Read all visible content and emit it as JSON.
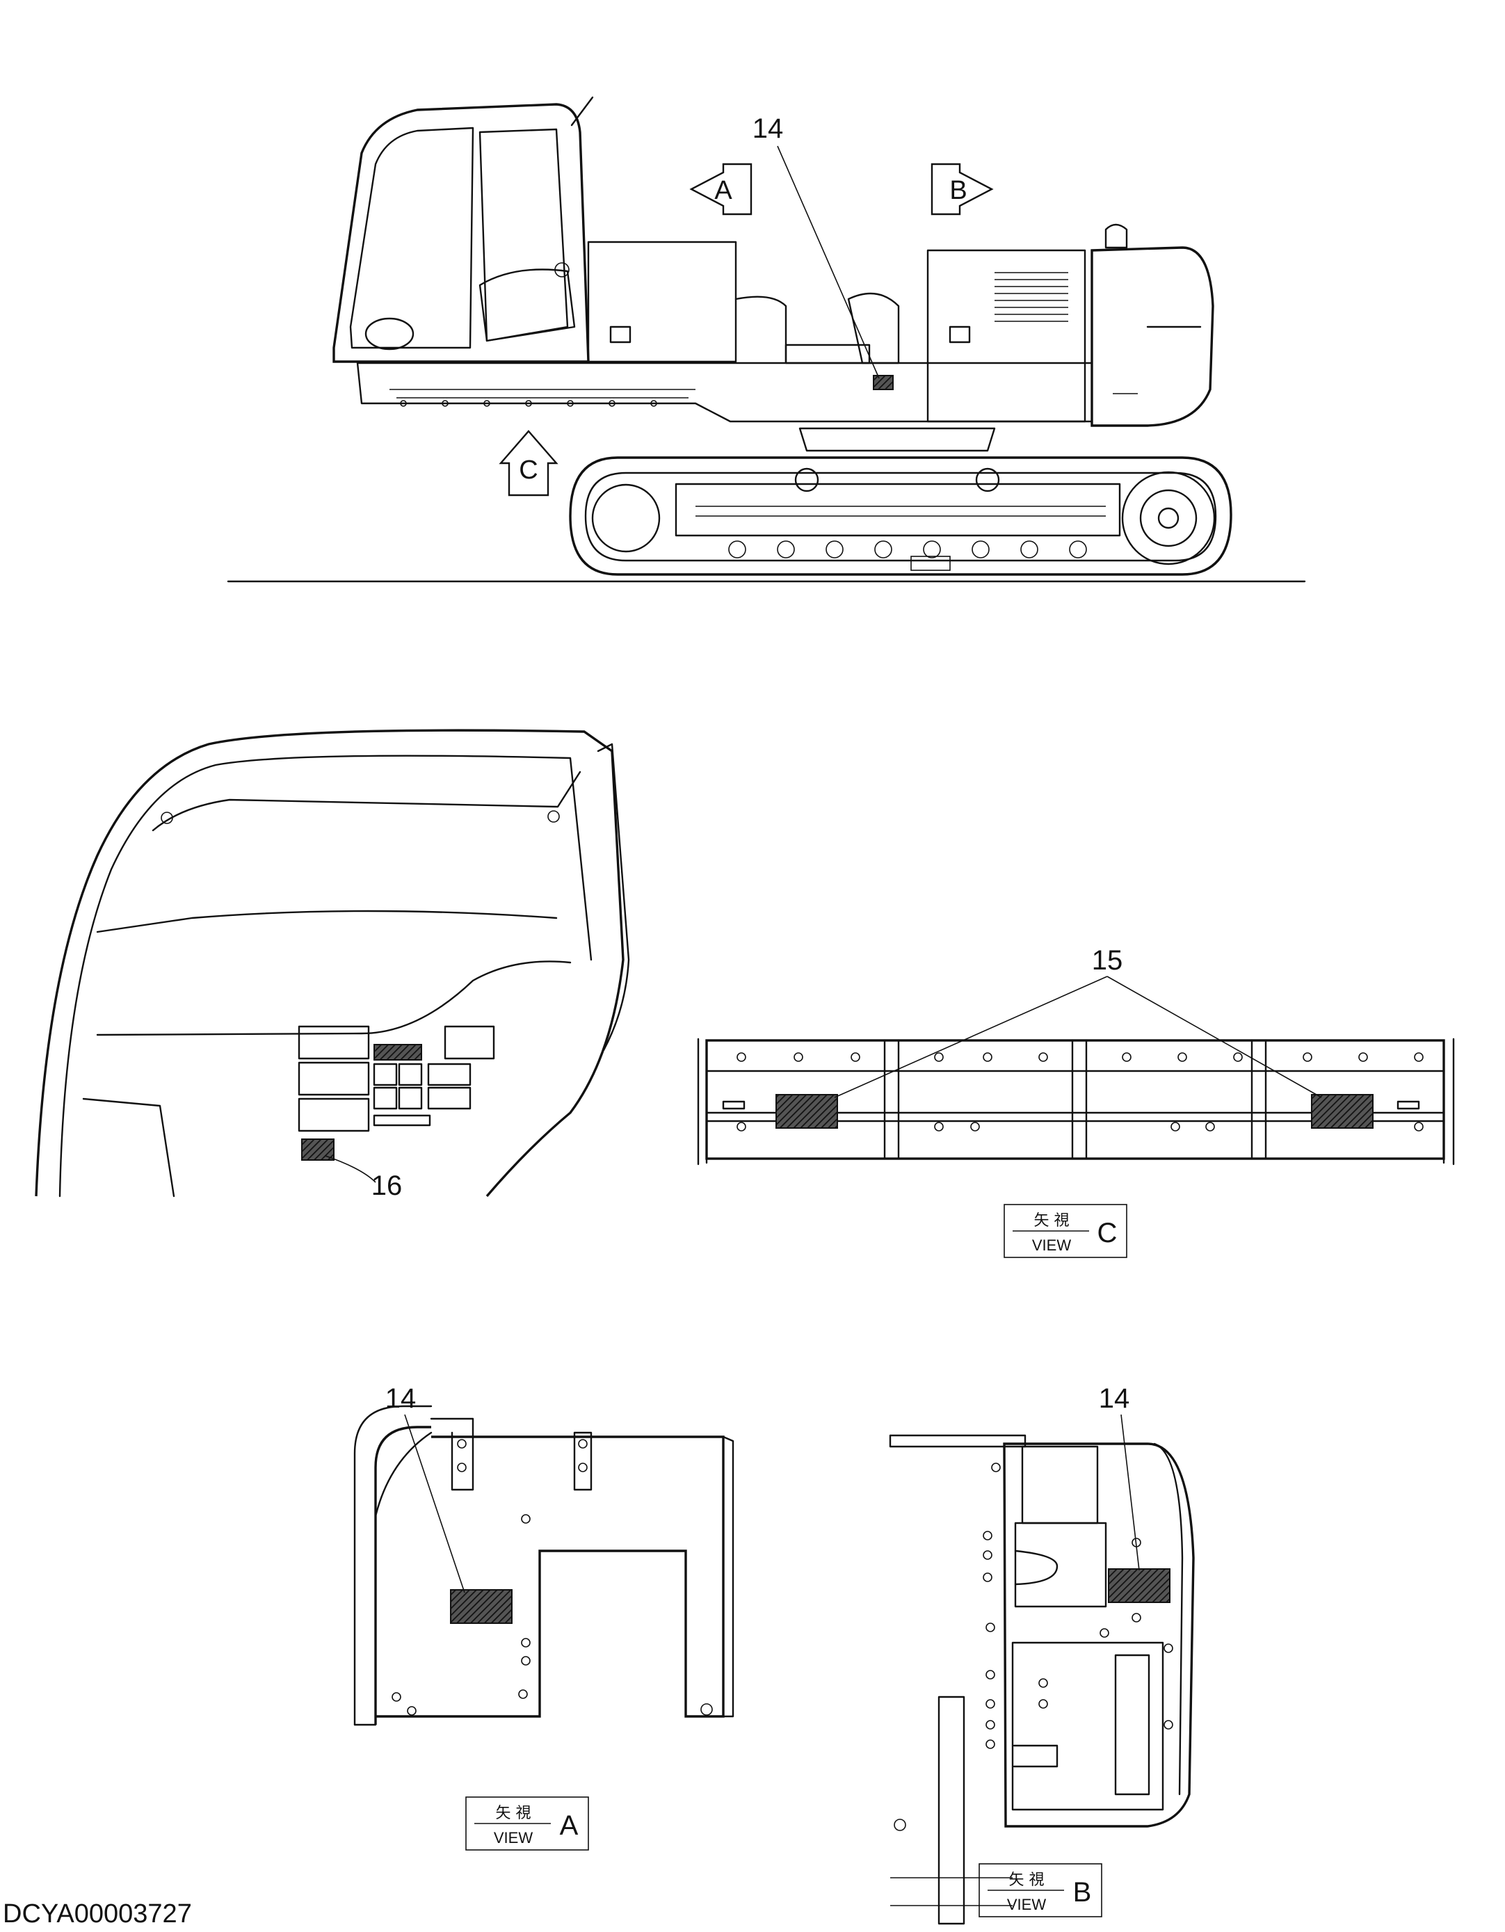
{
  "main_view": {
    "callouts": {
      "label_14": "14"
    },
    "arrows": {
      "view_a": "A",
      "view_b": "B",
      "view_c": "C"
    }
  },
  "cab_detail": {
    "callouts": {
      "label_16": "16"
    }
  },
  "view_c_detail": {
    "callouts": {
      "label_15": "15"
    },
    "view_label": {
      "jp": "矢 視",
      "en": "VIEW",
      "letter": "C"
    }
  },
  "view_a_detail": {
    "callouts": {
      "label_14": "14"
    },
    "view_label": {
      "jp": "矢 視",
      "en": "VIEW",
      "letter": "A"
    }
  },
  "view_b_detail": {
    "callouts": {
      "label_14": "14"
    },
    "view_label": {
      "jp": "矢 視",
      "en": "VIEW",
      "letter": "B"
    }
  },
  "footer": {
    "drawing_id": "DCYA00003727"
  },
  "colors": {
    "line": "#111111",
    "background": "#ffffff"
  },
  "icons": {
    "decal": "hatched-decal-icon",
    "direction": "view-direction-arrow-icon"
  }
}
